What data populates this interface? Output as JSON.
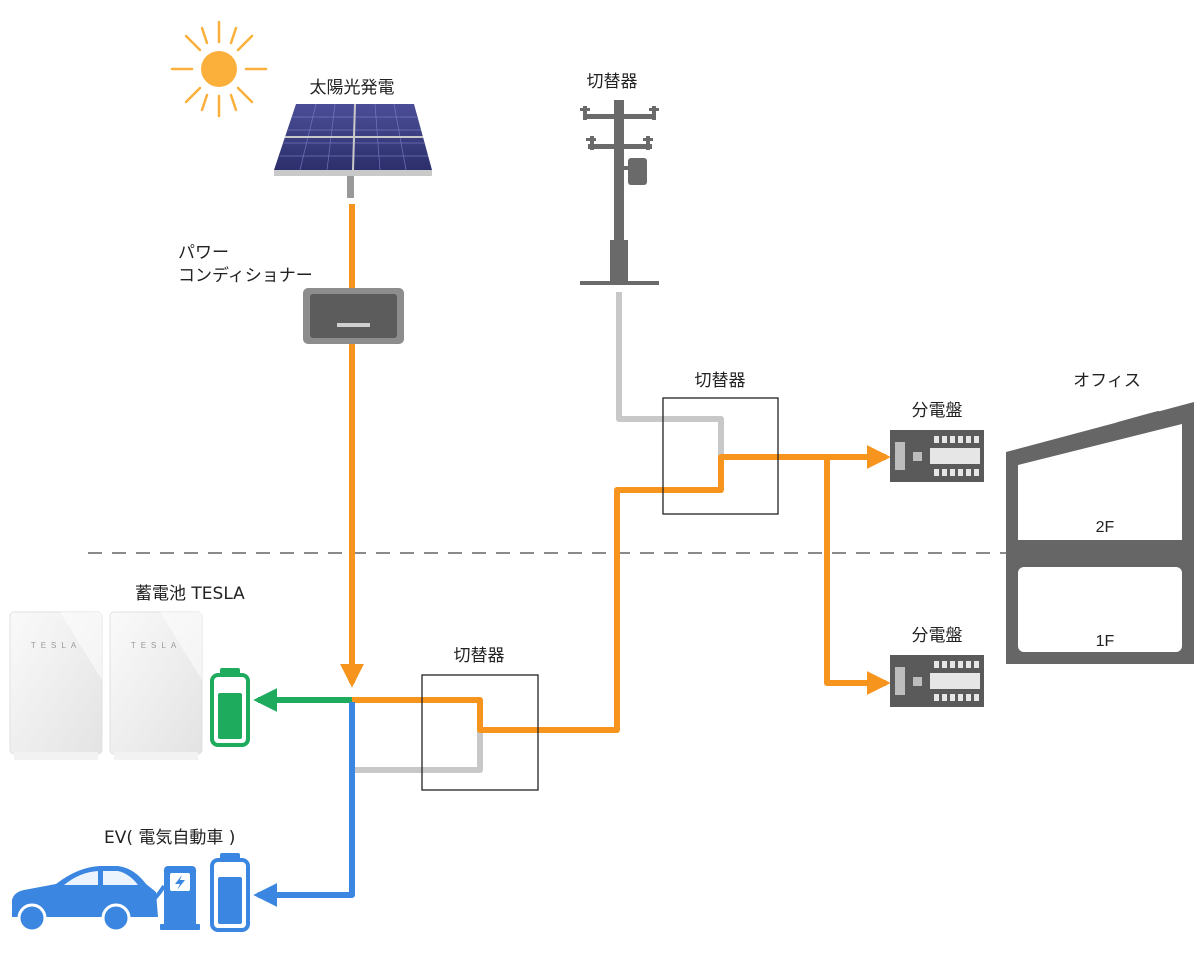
{
  "labels": {
    "solar": "太陽光発電",
    "pcs_line1": "パワー",
    "pcs_line2": "コンディショナー",
    "switch_pole": "切替器",
    "switch_upper": "切替器",
    "switch_lower": "切替器",
    "panel_upper": "分電盤",
    "panel_lower": "分電盤",
    "office": "オフィス",
    "floor_2": "2F",
    "floor_1": "1F",
    "battery": "蓄電池 TESLA",
    "ev": "EV( 電気自動車 )",
    "tesla_brand_1": "TESLA",
    "tesla_brand_2": "TESLA"
  },
  "colors": {
    "solar_flow": "#f7941d",
    "battery_flow": "#1fab5e",
    "ev_flow": "#3b86e0",
    "grid_flow": "#c8c8c8",
    "sun": "#fbb03b",
    "equipment_gray": "#666666"
  },
  "icons": [
    "sun-icon",
    "solar-panel-icon",
    "power-conditioner-icon",
    "utility-pole-icon",
    "distribution-panel-icon",
    "office-building-icon",
    "tesla-powerwall-icon",
    "battery-icon",
    "ev-car-icon",
    "charger-icon"
  ]
}
